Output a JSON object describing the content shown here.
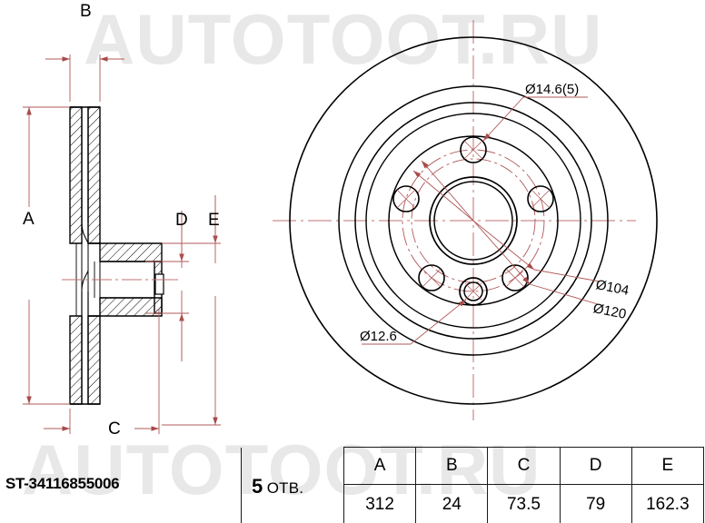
{
  "watermark": {
    "text": "AUTOTOOT.RU"
  },
  "part_number": "ST-34116855006",
  "holes": {
    "count": "5",
    "word": "ОТВ."
  },
  "section_view": {
    "dimension_labels": [
      {
        "id": "A",
        "label": "A"
      },
      {
        "id": "B",
        "label": "B"
      },
      {
        "id": "C",
        "label": "C"
      },
      {
        "id": "D",
        "label": "D"
      },
      {
        "id": "E",
        "label": "E"
      }
    ]
  },
  "face_view": {
    "callouts": [
      {
        "id": "bolt-hole",
        "label": "Ø14.6(5)"
      },
      {
        "id": "pin-hole",
        "label": "Ø12.6"
      },
      {
        "id": "bolt-circle",
        "label": "Ø104"
      },
      {
        "id": "outer-pitch-circle",
        "label": "Ø120"
      }
    ]
  },
  "spec_table": {
    "lead_count": "5",
    "lead_word": "ОТВ.",
    "headers": [
      "A",
      "B",
      "C",
      "D",
      "E"
    ],
    "values": [
      "312",
      "24",
      "73.5",
      "79",
      "162.3"
    ]
  },
  "colors": {
    "outline": "#000000",
    "dimension": "#b05858",
    "centerline": "#c07070",
    "watermark": "#e8e8e8",
    "table_border": "#1a1a1a"
  }
}
